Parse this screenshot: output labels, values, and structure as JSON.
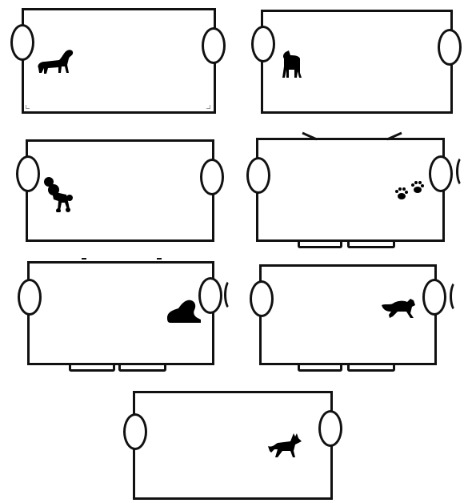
{
  "cards": [
    {
      "id": "card-1",
      "silhouette": "spaniel-icon"
    },
    {
      "id": "card-2",
      "silhouette": "terrier-icon"
    },
    {
      "id": "card-3",
      "silhouette": "poodle-icon"
    },
    {
      "id": "card-4",
      "silhouette": "paw-prints-icon"
    },
    {
      "id": "card-5",
      "silhouette": "lying-dog-icon"
    },
    {
      "id": "card-6",
      "silhouette": "running-dog-icon"
    },
    {
      "id": "card-7",
      "silhouette": "shepherd-dog-icon"
    }
  ],
  "colors": {
    "outline": "#111111",
    "background": "#ffffff",
    "silhouette": "#000000"
  }
}
